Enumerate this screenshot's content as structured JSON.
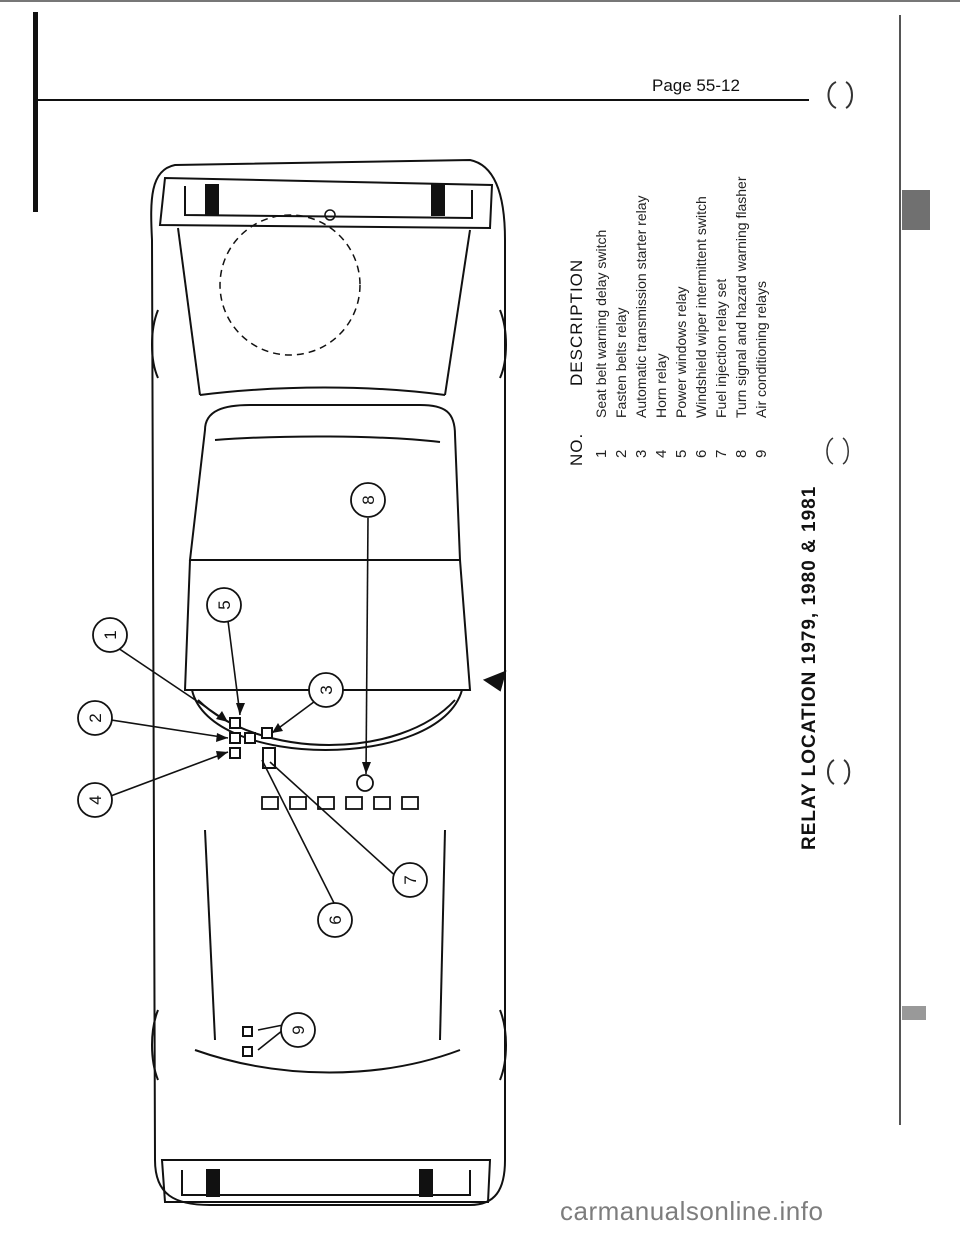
{
  "header": {
    "page_number": "Page 55-12"
  },
  "table": {
    "number_header": "NO.",
    "description_header": "DESCRIPTION",
    "rows": [
      {
        "num": "1",
        "text": "Seat belt warning delay switch"
      },
      {
        "num": "2",
        "text": "Fasten belts relay"
      },
      {
        "num": "3",
        "text": "Automatic transmission starter relay"
      },
      {
        "num": "4",
        "text": "Horn relay"
      },
      {
        "num": "5",
        "text": "Power windows relay"
      },
      {
        "num": "6",
        "text": "Windshield wiper intermittent switch"
      },
      {
        "num": "7",
        "text": "Fuel injection relay set"
      },
      {
        "num": "8",
        "text": "Turn signal and hazard warning flasher"
      },
      {
        "num": "9",
        "text": "Air conditioning relays"
      }
    ]
  },
  "caption": "RELAY LOCATION 1979, 1980 & 1981",
  "callouts": [
    "1",
    "2",
    "3",
    "4",
    "5",
    "6",
    "7",
    "8",
    "9"
  ],
  "watermark": "carmanualsonline.info"
}
